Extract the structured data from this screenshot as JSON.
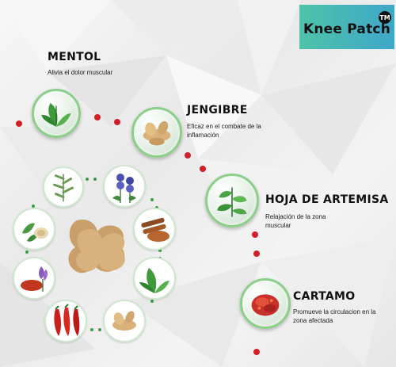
{
  "brand": {
    "name": "Knee Patch",
    "trademark": "TM",
    "color_start": "#4fc3a9",
    "color_end": "#3ea7c9"
  },
  "ingredients": [
    {
      "title": "MENTOL",
      "description": "Alivia el dolor muscular",
      "icon": "mint-leaves-icon"
    },
    {
      "title": "JENGIBRE",
      "description": "Eficaz en el combate de la inflamación",
      "icon": "ginger-root-icon"
    },
    {
      "title": "HOJA DE ARTEMISA",
      "description": "Relajación de la zona muscular",
      "icon": "mugwort-leaves-icon"
    },
    {
      "title": "CARTAMO",
      "description": "Promueve la circulacion en la zona afectada",
      "icon": "safflower-icon"
    }
  ],
  "ring_items": [
    "mugwort-sprig-icon",
    "aconite-flower-icon",
    "cinnamon-icon",
    "mint-icon",
    "ginger-icon",
    "chili-pepper-icon",
    "saffron-icon",
    "herb-seeds-icon"
  ],
  "center_icon": "knee-patch-icon",
  "colors": {
    "accent_red": "#d2202a",
    "accent_green": "#8dcf8a"
  }
}
